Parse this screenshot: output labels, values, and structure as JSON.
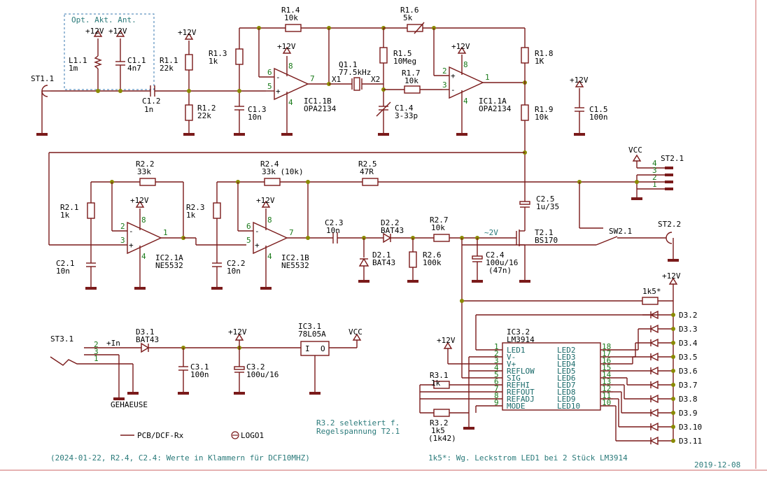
{
  "title_box": "Opt. Akt. Ant.",
  "components": {
    "st11": "ST1.1",
    "l11": "L1.1",
    "l11v": "1m",
    "c11": "C1.1",
    "c11v": "4n7",
    "r11": "R1.1",
    "r11v": "22k",
    "r12": "R1.2",
    "r12v": "22k",
    "c12": "C1.2",
    "c12v": "1n",
    "r13": "R1.3",
    "r13v": "1k",
    "c13": "C1.3",
    "c13v": "10n",
    "r14": "R1.4",
    "r14v": "10k",
    "ic11b": "IC1.1B",
    "ic11bv": "OPA2134",
    "q11": "Q1.1",
    "q11v": "77.5kHz",
    "x1": "X1",
    "x2": "X2",
    "r16": "R1.6",
    "r16v": "5k",
    "r15": "R1.5",
    "r15v": "10Meg",
    "r17": "R1.7",
    "r17v": "10k",
    "c14": "C1.4",
    "c14v": "3-33p",
    "ic11a": "IC1.1A",
    "ic11av": "OPA2134",
    "r18": "R1.8",
    "r18v": "1K",
    "r19": "R1.9",
    "r19v": "10k",
    "c15": "C1.5",
    "c15v": "100n",
    "vcc": "VCC",
    "st21": "ST2.1",
    "r22": "R2.2",
    "r22v": "33k",
    "r24": "R2.4",
    "r24v": "33k  (10k)",
    "r25": "R2.5",
    "r25v": "47R",
    "r21": "R2.1",
    "r21v": "1k",
    "r23": "R2.3",
    "r23v": "1k",
    "ic21a": "IC2.1A",
    "ic21av": "NE5532",
    "ic21b": "IC2.1B",
    "ic21bv": "NE5532",
    "c21": "C2.1",
    "c21v": "10n",
    "c22": "C2.2",
    "c22v": "10n",
    "c23": "C2.3",
    "c23v": "10n",
    "d22": "D2.2",
    "d22v": "BAT43",
    "d21": "D2.1",
    "d21v": "BAT43",
    "r27": "R2.7",
    "r27v": "10k",
    "r26": "R2.6",
    "r26v": "100k",
    "c24": "C2.4",
    "c24v": "100u/16",
    "c24v2": "(47n)",
    "c25": "C2.5",
    "c25v": "1u/35",
    "t21": "T2.1",
    "t21v": "BS170",
    "sw21": "SW2.1",
    "st22": "ST2.2",
    "v2": "~2V",
    "st31": "ST3.1",
    "d31": "D3.1",
    "d31v": "BAT43",
    "plusin": "+In",
    "gehaeuse": "GEHAEUSE",
    "c31": "C3.1",
    "c31v": "100n",
    "c32": "C3.2",
    "c32v": "100u/16",
    "ic31": "IC3.1",
    "ic31v": "78L05A",
    "ic32": "IC3.2",
    "ic32v": "LM3914",
    "r31": "R3.1",
    "r31v": "1k",
    "r32": "R3.2",
    "r32v": "1k5",
    "r32v2": "(1k42)",
    "r1k5": "1k5*",
    "p12v": "+12V"
  },
  "lm3914_left": [
    "LED1",
    "V-",
    "V+",
    "REFLOW",
    "SIG",
    "REFHI",
    "REFOUT",
    "REFADJ",
    "MODE"
  ],
  "lm3914_left_pins": [
    "1",
    "2",
    "3",
    "4",
    "5",
    "6",
    "7",
    "8",
    "9"
  ],
  "lm3914_right": [
    "LED2",
    "LED3",
    "LED4",
    "LED5",
    "LED6",
    "LED7",
    "LED8",
    "LED9",
    "LED10"
  ],
  "lm3914_right_pins": [
    "18",
    "17",
    "16",
    "15",
    "14",
    "13",
    "12",
    "11",
    "10"
  ],
  "leds": [
    "D3.2",
    "D3.3",
    "D3.4",
    "D3.5",
    "D3.6",
    "D3.7",
    "D3.8",
    "D3.9",
    "D3.10",
    "D3.11"
  ],
  "st21_pins": [
    "4",
    "3",
    "2",
    "1"
  ],
  "st31_pins": [
    "2",
    "3",
    "1"
  ],
  "legend": {
    "pcb": "PCB/DCF-Rx",
    "logo": "LOGO1"
  },
  "notes": {
    "r32_note1": "R3.2 selektiert f.",
    "r32_note2": "Regelspannung T2.1",
    "footer_left": "(2024-01-22, R2.4, C2.4: Werte in Klammern für DCF10MHZ)",
    "footer_right": "1k5*: Wg. Leckstrom LED1 bei 2 Stück LM3914",
    "date": "2019-12-08"
  }
}
